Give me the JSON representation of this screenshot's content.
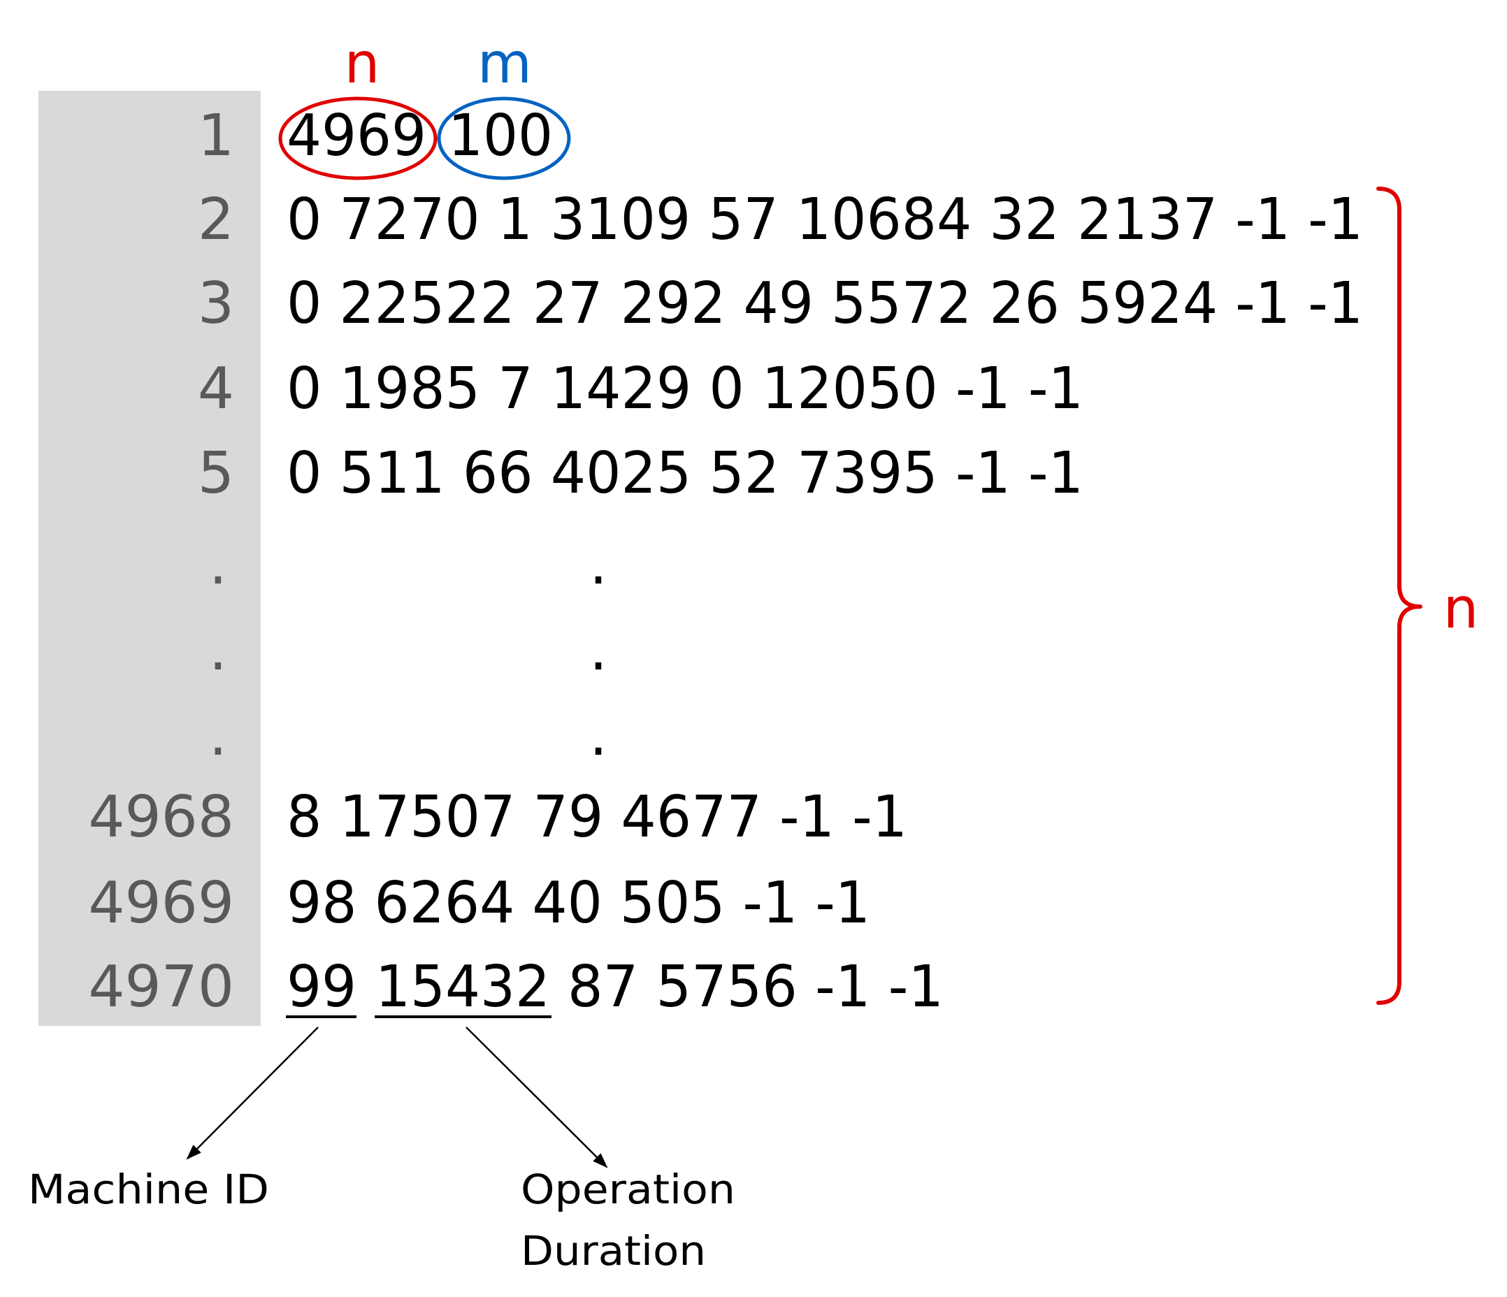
{
  "labels": {
    "n_top": "n",
    "m_top": "m",
    "n_brace": "n",
    "machine_id": "Machine ID",
    "operation_duration_line1": "Operation",
    "operation_duration_line2": "Duration"
  },
  "header": {
    "line_number": "1",
    "n_value": "4969",
    "m_value": "100"
  },
  "rows": [
    {
      "num": "2",
      "text": "0 7270 1 3109 57 10684 32 2137 -1 -1"
    },
    {
      "num": "3",
      "text": "0 22522 27 292 49 5572 26 5924 -1 -1"
    },
    {
      "num": "4",
      "text": "0 1985 7 1429 0 12050 -1 -1"
    },
    {
      "num": "5",
      "text": "0 511 66 4025 52 7395 -1 -1"
    },
    {
      "num": ".",
      "text": "."
    },
    {
      "num": ".",
      "text": "."
    },
    {
      "num": ".",
      "text": "."
    },
    {
      "num": "4968",
      "text": "8 17507 79 4677 -1 -1"
    },
    {
      "num": "4969",
      "text": "98 6264 40 505 -1 -1"
    }
  ],
  "last_row": {
    "num": "4970",
    "machine": "99",
    "duration": "15432",
    "rest": "87 5756 -1 -1"
  },
  "colors": {
    "n_accent": "#e00000",
    "m_accent": "#0563c1",
    "line_number": "#595959",
    "text": "#000000",
    "gutter": "#d9d9d9"
  }
}
